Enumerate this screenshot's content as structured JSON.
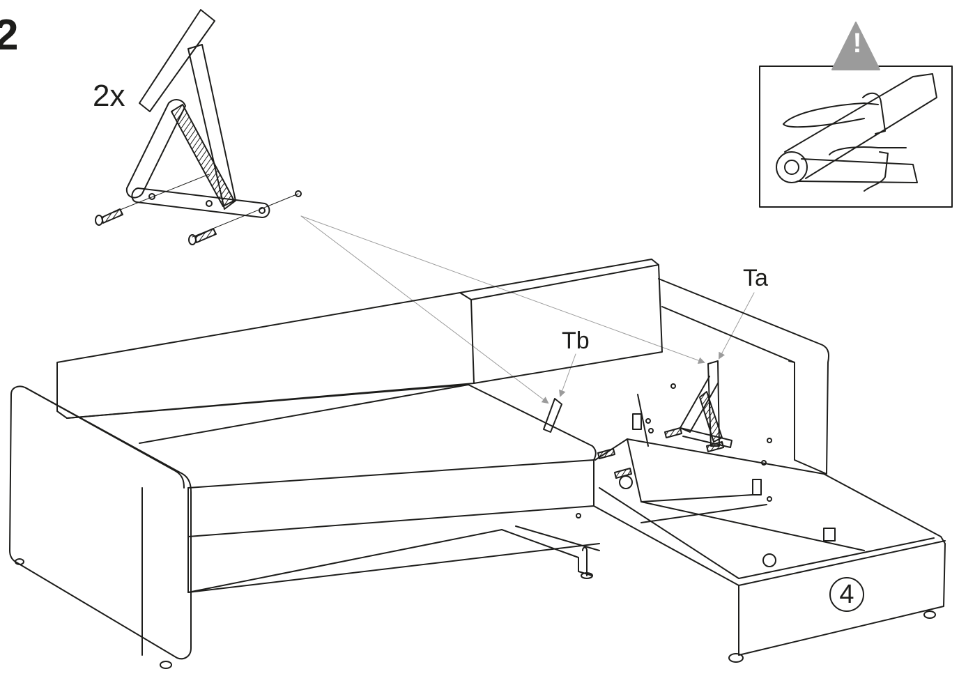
{
  "step": {
    "number": "2"
  },
  "hinge_detail": {
    "quantity": "2x"
  },
  "labels": {
    "ta": "Ta",
    "tb": "Tb",
    "part": "4"
  },
  "warning": {
    "icon": "warning-triangle-icon",
    "mark": "!"
  },
  "colors": {
    "line": "#1d1d1b",
    "warning_gray": "#9b9b9b",
    "background": "#ffffff"
  }
}
